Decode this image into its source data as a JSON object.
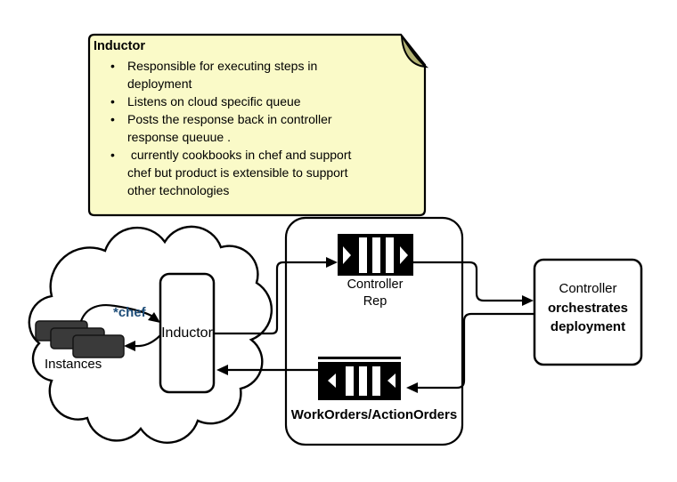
{
  "note": {
    "title": "Inductor",
    "bullet_glyph": "•",
    "lines": [
      {
        "type": "bullet",
        "text": "Responsible for executing steps in"
      },
      {
        "type": "cont",
        "text": "deployment"
      },
      {
        "type": "bullet",
        "text": "Listens on cloud specific queue"
      },
      {
        "type": "bullet",
        "text": "Posts the response back in controller"
      },
      {
        "type": "cont",
        "text": "response queuue ."
      },
      {
        "type": "bullet",
        "text": " currently cookbooks in chef and support"
      },
      {
        "type": "cont",
        "text": "chef but product is extensible to support"
      },
      {
        "type": "cont",
        "text": "other technologies"
      }
    ]
  },
  "cloud": {
    "instances_label": "Instances",
    "chef_label": "*chef",
    "inductor_label": "Inductor"
  },
  "queues": {
    "top_label_line1": "Controller",
    "top_label_line2": "Rep",
    "bottom_label": "WorkOrders/ActionOrders"
  },
  "controller_box": {
    "line1": "Controller",
    "line2": "orchestrates",
    "line3": "deployment"
  },
  "colors": {
    "background": "#FFFFFF",
    "note_fill": "#FAFAC8",
    "note_fold": "#B2B273",
    "chef_blue": "#1F4E79",
    "instance_fill": "#3A3A3A",
    "line": "#000000"
  }
}
